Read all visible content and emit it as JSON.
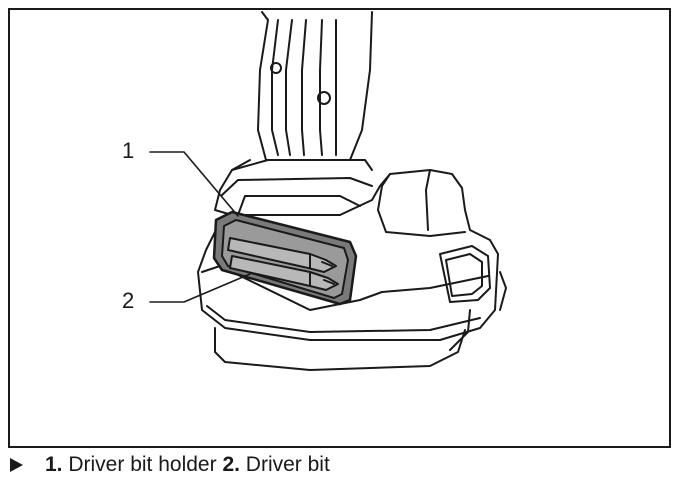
{
  "callouts": [
    {
      "number": "1"
    },
    {
      "number": "2"
    }
  ],
  "caption": {
    "items": [
      {
        "number": "1.",
        "label": "Driver bit holder"
      },
      {
        "number": "2.",
        "label": "Driver bit"
      }
    ]
  },
  "colors": {
    "outline": "#1a1a1a",
    "holder_fill": "#7a7a7a",
    "bit_fill": "#b8b8b8"
  }
}
